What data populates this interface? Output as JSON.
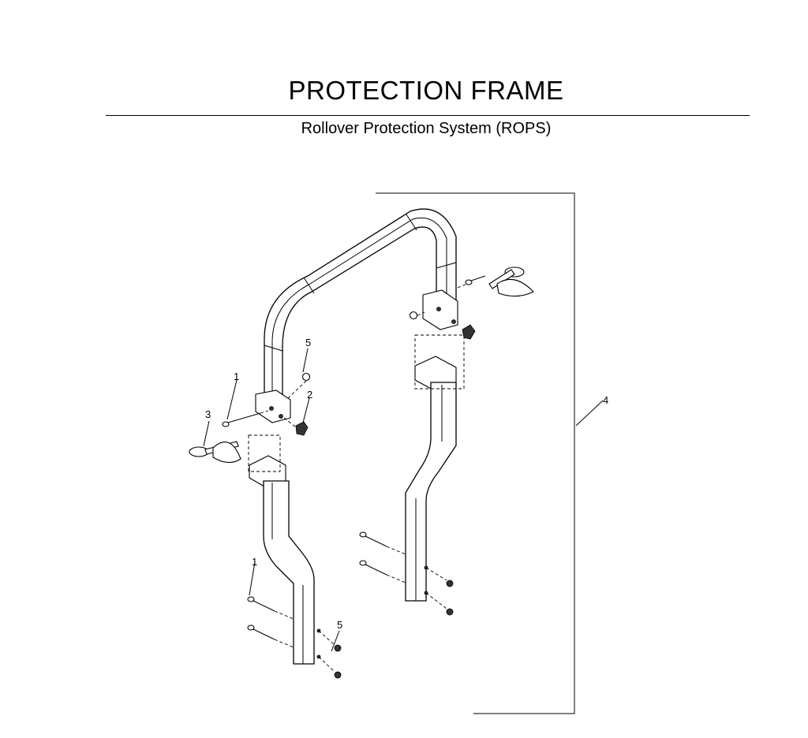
{
  "header": {
    "title": "PROTECTION FRAME",
    "subtitle": "Rollover Protection System  (ROPS)"
  },
  "callouts": {
    "left_upper_bolt": "1",
    "left_lower_bolt": "1",
    "knob": "2",
    "hitch_pin": "3",
    "assembly": "4",
    "upper_nut": "5",
    "lower_nut": "5"
  }
}
